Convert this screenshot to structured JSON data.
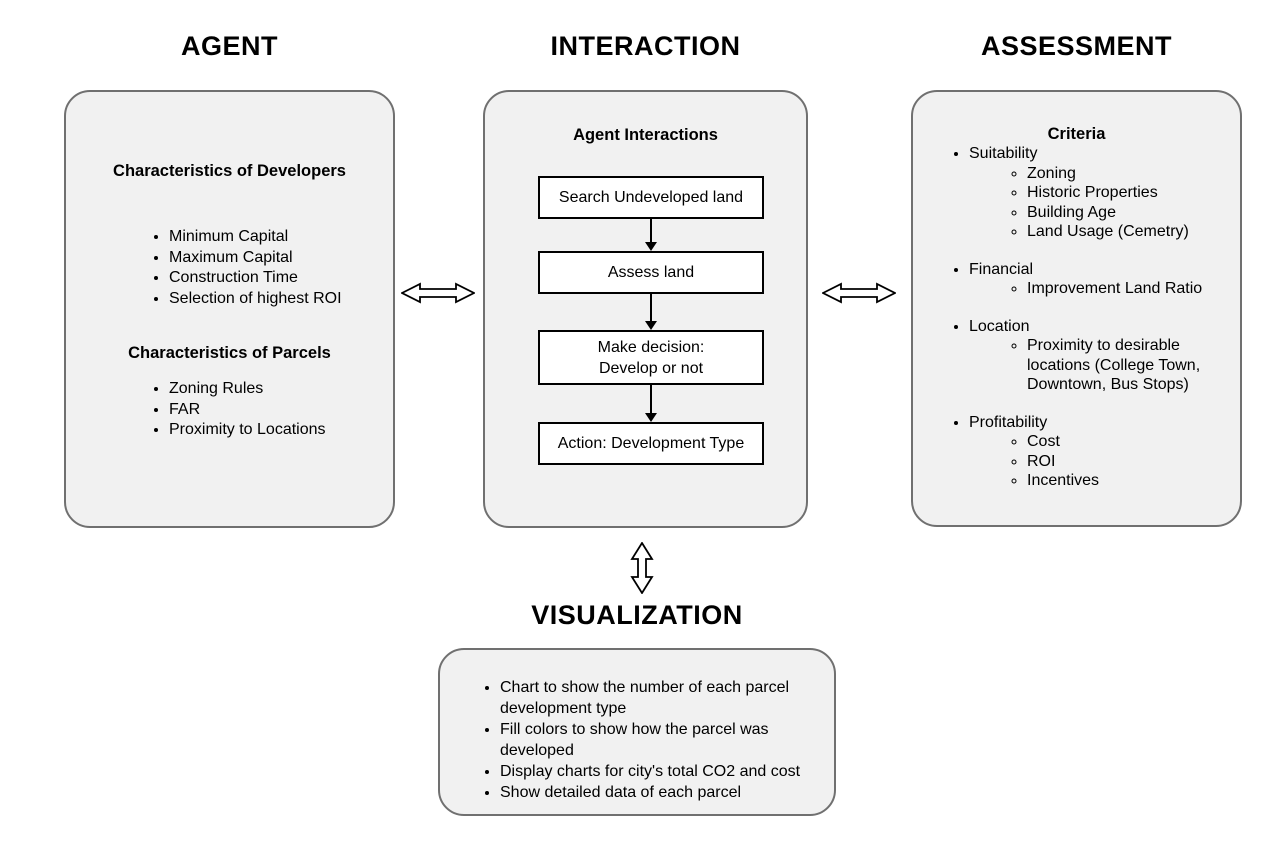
{
  "sections": {
    "agent": {
      "title": "AGENT",
      "heading_developers": "Characteristics of Developers",
      "developers_items": [
        "Minimum Capital",
        "Maximum Capital",
        "Construction Time",
        "Selection of highest ROI"
      ],
      "heading_parcels": "Characteristics of Parcels",
      "parcels_items": [
        "Zoning Rules",
        "FAR",
        "Proximity to Locations"
      ]
    },
    "interaction": {
      "title": "INTERACTION",
      "heading": "Agent Interactions",
      "flow_steps": [
        "Search Undeveloped land",
        "Assess land",
        "Make decision:\nDevelop or not",
        "Action: Development Type"
      ]
    },
    "assessment": {
      "title": "ASSESSMENT",
      "heading": "Criteria",
      "criteria": [
        {
          "label": "Suitability",
          "children": [
            "Zoning",
            "Historic Properties",
            "Building Age",
            "Land Usage (Cemetry)"
          ]
        },
        {
          "label": "Financial",
          "children": [
            "Improvement Land Ratio"
          ]
        },
        {
          "label": "Location",
          "children": [
            "Proximity to desirable locations (College Town, Downtown, Bus Stops)"
          ]
        },
        {
          "label": "Profitability",
          "children": [
            "Cost",
            "ROI",
            "Incentives"
          ]
        }
      ]
    },
    "visualization": {
      "title": "VISUALIZATION",
      "items": [
        "Chart to show the number of each parcel development type",
        "Fill colors to show how the parcel was developed",
        "Display charts for city's total CO2 and cost",
        "Show detailed data of each parcel"
      ]
    }
  },
  "icons": {
    "horizontal_double_arrow": "double-headed hollow arrow",
    "vertical_double_arrow": "double-headed hollow arrow",
    "flow_connector": "down arrow"
  },
  "colors": {
    "background": "#ffffff",
    "panel_fill": "#f1f1f1",
    "panel_border": "#707070",
    "flow_box_fill": "#ffffff",
    "flow_box_border": "#000000",
    "text": "#000000"
  }
}
